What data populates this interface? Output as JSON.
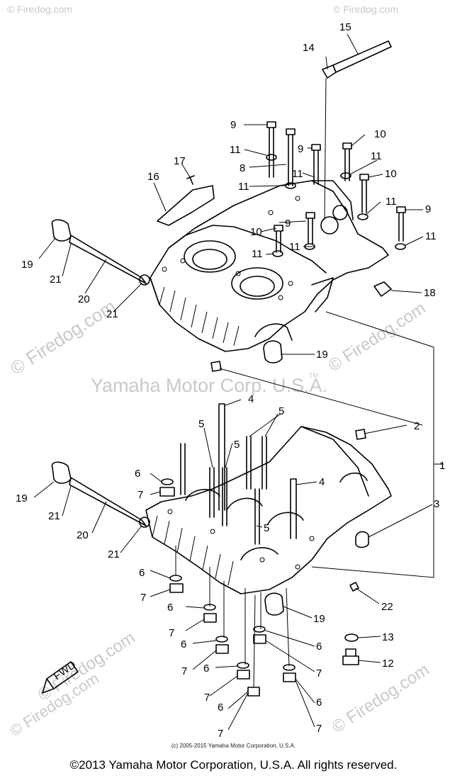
{
  "watermark": {
    "center": "Yamaha Motor Corp. U.S.A.",
    "tm": "TM",
    "site": "© Firedog.com",
    "corner": "© Firedog.com"
  },
  "fwd_label": "FWD",
  "callouts": [
    "1",
    "2",
    "3",
    "4",
    "5",
    "6",
    "7",
    "8",
    "9",
    "10",
    "11",
    "12",
    "13",
    "14",
    "15",
    "16",
    "17",
    "18",
    "19",
    "20",
    "21",
    "22"
  ],
  "copyright_small": "(c) 2005-2015 Yamaha Motor Corporation, U.S.A.",
  "copyright_main": "©2013 Yamaha Motor Corporation, U.S.A. All rights reserved."
}
